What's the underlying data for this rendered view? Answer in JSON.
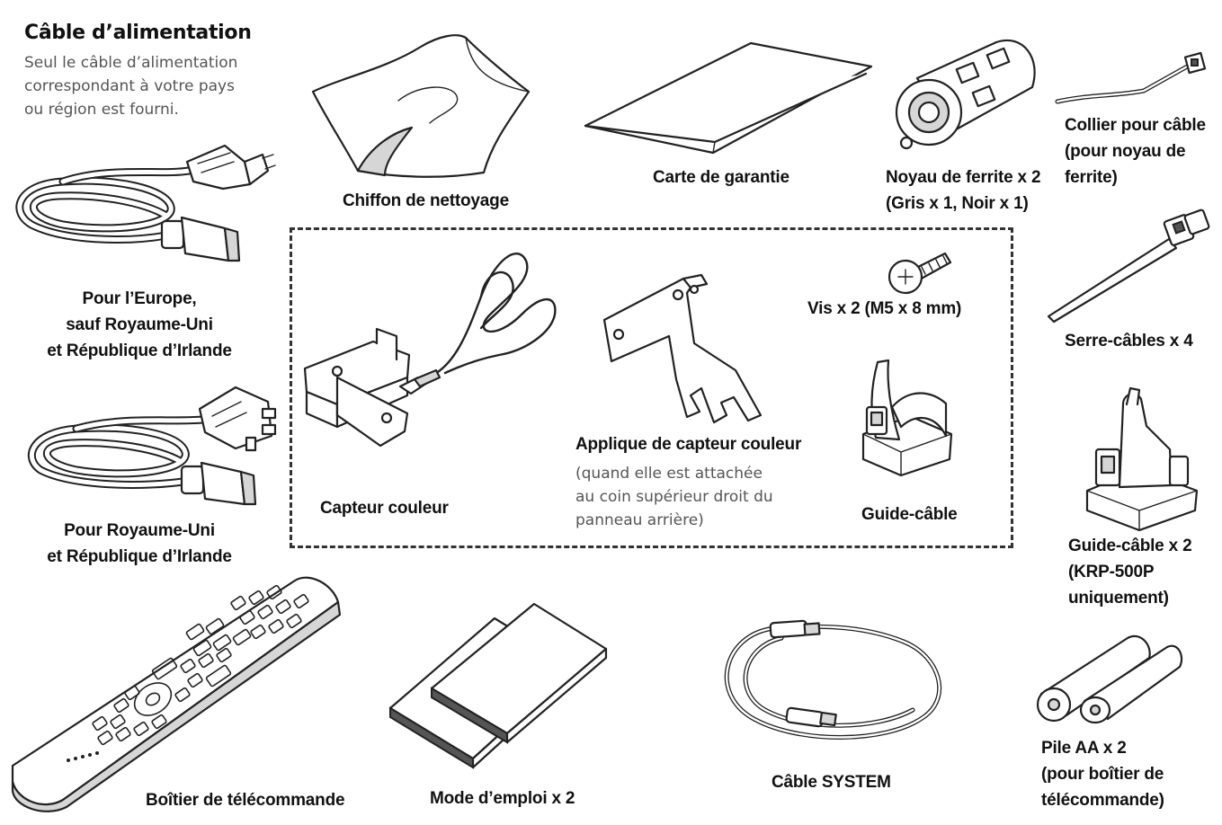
{
  "power_cable": {
    "heading": "Câble d’alimentation",
    "note_lines": [
      "Seul le câble d’alimentation",
      "correspondant à votre pays",
      "ou région est fourni."
    ],
    "europe_lines": [
      "Pour l’Europe,",
      "sauf Royaume-Uni",
      "et République d’Irlande"
    ],
    "uk_lines": [
      "Pour Royaume-Uni",
      "et République d’Irlande"
    ]
  },
  "items": {
    "cleaning_cloth": "Chiffon de nettoyage",
    "warranty_card": "Carte de garantie",
    "ferrite_core": [
      "Noyau de ferrite x 2",
      "(Gris x 1, Noir x 1)"
    ],
    "cable_tie_ferrite": [
      "Collier pour câble",
      "(pour noyau de",
      "ferrite)"
    ],
    "screws": "Vis x 2 (M5 x 8 mm)",
    "cable_ties": "Serre-câbles  x 4",
    "color_sensor": "Capteur couleur",
    "sensor_bracket_title": "Applique de capteur couleur",
    "sensor_bracket_note": [
      "(quand elle est attachée",
      "au coin supérieur droit du",
      "panneau arrière)"
    ],
    "cable_guide": "Guide-câble",
    "cable_guide_x2": [
      "Guide-câble x 2",
      "(KRP-500P",
      "uniquement)"
    ],
    "remote": "Boîtier de télécommande",
    "manual": "Mode d’emploi  x 2",
    "system_cable": "Câble SYSTEM",
    "battery": [
      "Pile AA x 2",
      "(pour boîtier de",
      "télécommande)"
    ]
  }
}
